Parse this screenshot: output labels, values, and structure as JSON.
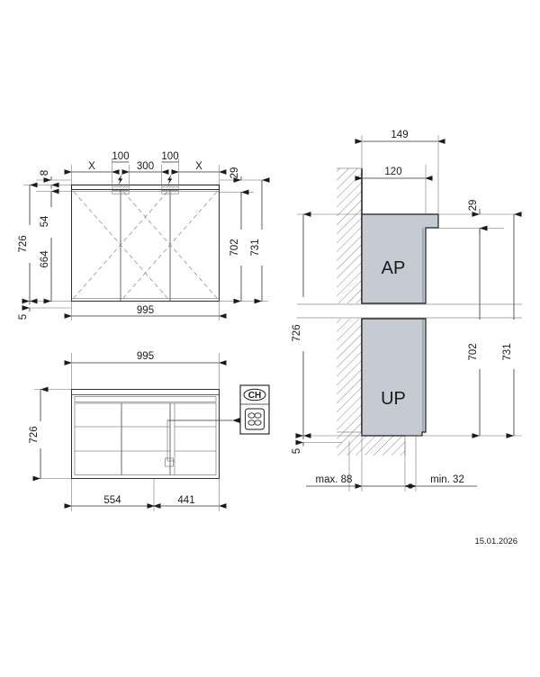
{
  "document": {
    "type": "technical-dimension-drawing",
    "date": "15.01.2026"
  },
  "views": {
    "front_elevation": {
      "name": "front-elevation-view",
      "top_dimension_chain": [
        "X",
        "100",
        "300",
        "100",
        "X"
      ],
      "left_dimensions": [
        "8",
        "54",
        "664",
        "726",
        "5"
      ],
      "right_dimensions": [
        "29",
        "702",
        "731"
      ],
      "bottom_dimension": "995",
      "symbols": [
        "lightning-bolt",
        "lightning-bolt"
      ],
      "panels": 3
    },
    "interior_view": {
      "name": "interior-plan-view",
      "top_dimension": "995",
      "left_dimension": "726",
      "bottom_dimensions": [
        "554",
        "441"
      ],
      "callout": {
        "label": "CH",
        "icon": "swiss-socket-icon"
      }
    },
    "section_view": {
      "name": "wall-section-view",
      "top_dimensions": [
        "149",
        "120"
      ],
      "left_dimension": "726",
      "right_dimensions": [
        "29",
        "702",
        "731"
      ],
      "bottom_left_dimension": "5",
      "bottom_dimensions": [
        "max. 88",
        "min. 32"
      ],
      "blocks": [
        {
          "label": "AP"
        },
        {
          "label": "UP"
        }
      ]
    }
  },
  "colors": {
    "body_fill": "#c6cad2",
    "line": "#1a1a1a",
    "dim_line": "#333333",
    "hidden_line": "#8a8a8a",
    "background": "#ffffff"
  }
}
